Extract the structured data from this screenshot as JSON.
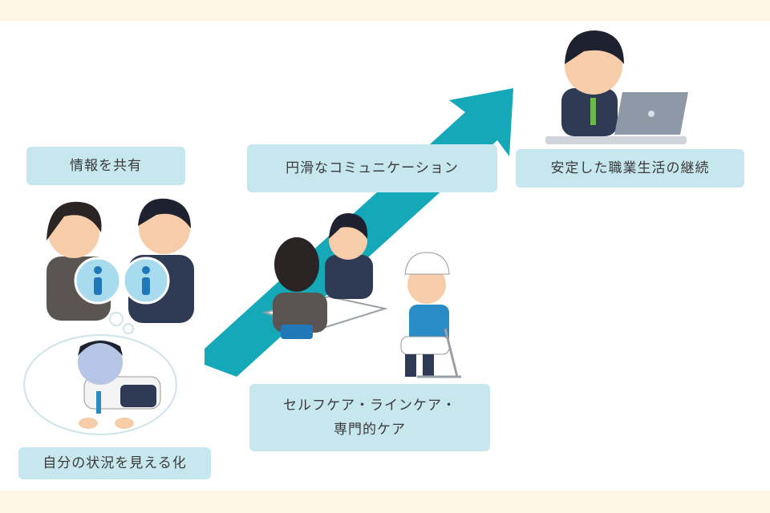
{
  "labels": {
    "share_info": "情報を共有",
    "smooth_communication": "円滑なコミュニケーション",
    "stable_work_life": "安定した職業生活の継続",
    "care_line1": "セルフケア・ラインケア・",
    "care_line2": "専門的ケア",
    "visualize_self": "自分の状況を見える化"
  },
  "colors": {
    "background": "#fdf6e6",
    "label_fill": "#c7e7ee",
    "arrow": "#14a8b8",
    "suit": "#2f3b55",
    "info_bubble": "#a9dbef"
  },
  "icons": [
    "info-icon",
    "info-icon",
    "thought-cloud-icon",
    "laptop-icon",
    "upward-arrow-icon"
  ]
}
